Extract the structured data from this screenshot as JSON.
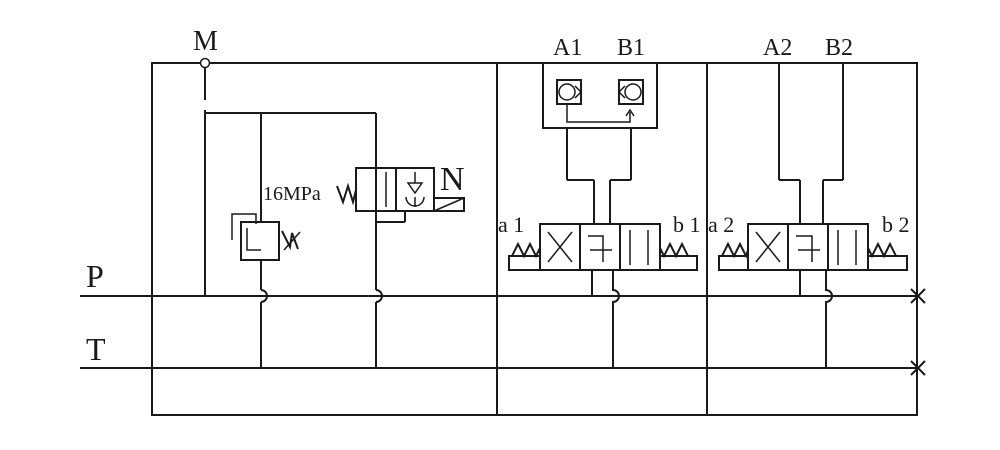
{
  "labels": {
    "gauge_port": "M",
    "valve_n": "N",
    "relief_setting": "16MPa",
    "pressure_line": "P",
    "tank_line": "T",
    "section1": {
      "port_a": "A1",
      "port_b": "B1",
      "sol_a": "a 1",
      "sol_b": "b 1"
    },
    "section2": {
      "port_a": "A2",
      "port_b": "B2",
      "sol_a": "a 2",
      "sol_b": "b 2"
    }
  }
}
